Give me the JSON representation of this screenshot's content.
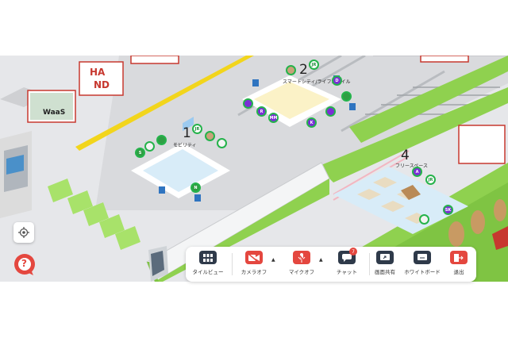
{
  "zones": [
    {
      "number": "1",
      "name": "モビリティ"
    },
    {
      "number": "2",
      "name": "スマートシティ/ライフスタイル"
    },
    {
      "number": "4",
      "name": "フリースペース"
    }
  ],
  "signs": {
    "waas": "WaaS",
    "hand_top": "HA",
    "hand_bottom": "ND"
  },
  "avatars": [
    {
      "label": "S"
    },
    {
      "label": "N"
    },
    {
      "label": "MM"
    },
    {
      "label": "R"
    },
    {
      "label": "D"
    },
    {
      "label": "K"
    },
    {
      "label": "A"
    },
    {
      "label": "SK"
    },
    {
      "label": "JR"
    },
    {
      "label": "JR"
    },
    {
      "label": "JR"
    }
  ],
  "toolbar": {
    "tile_view": "タイルビュー",
    "camera_off": "カメラオフ",
    "mic_off": "マイクオフ",
    "chat": "チャット",
    "chat_badge": "7",
    "screen_share": "画面共有",
    "whiteboard": "ホワイトボード",
    "exit": "退出"
  },
  "help_label": "?",
  "colors": {
    "accent_red": "#e4473f",
    "toolbar_dark": "#2f3a4a",
    "grass": "#8fd14f",
    "rail_yellow": "#f2d51c"
  }
}
